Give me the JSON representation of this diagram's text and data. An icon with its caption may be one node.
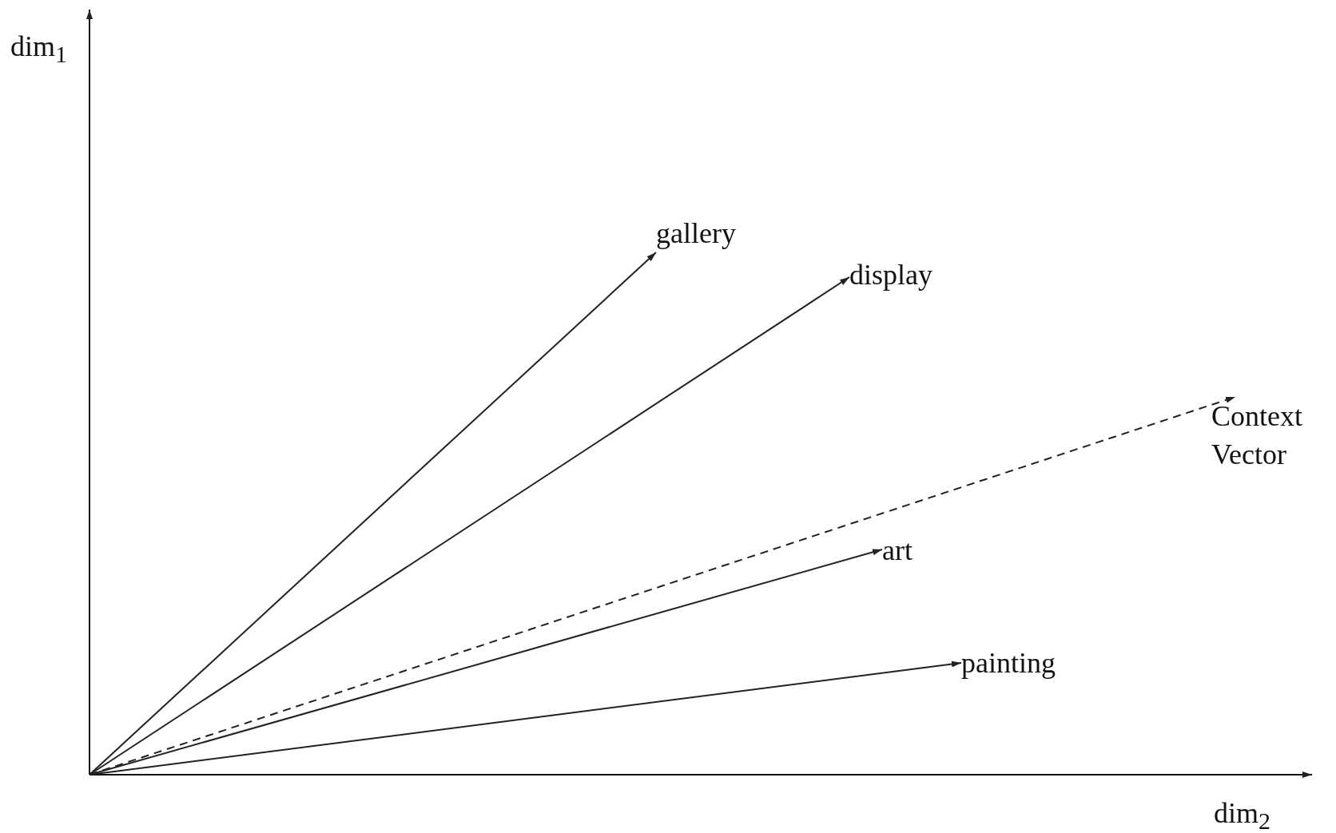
{
  "diagram": {
    "nodes": [
      {
        "text": [
          "gallery"
        ]
      },
      {
        "text": [
          "display"
        ]
      },
      {
        "text": [
          "Context Vector"
        ]
      },
      {
        "text": [
          "art"
        ]
      },
      {
        "text": [
          "painting"
        ]
      }
    ],
    "edges": [
      {
        "from": null,
        "to": 0,
        "arrow": "to"
      },
      {
        "from": null,
        "to": 1,
        "arrow": "to"
      },
      {
        "from": null,
        "to": 2,
        "arrow": "to",
        "style": "dashed"
      },
      {
        "from": null,
        "to": 3,
        "arrow": "to"
      },
      {
        "from": null,
        "to": 4,
        "arrow": "to"
      }
    ],
    "labels": [
      "dim$_{1}$",
      "dim$_{2}$"
    ]
  }
}
